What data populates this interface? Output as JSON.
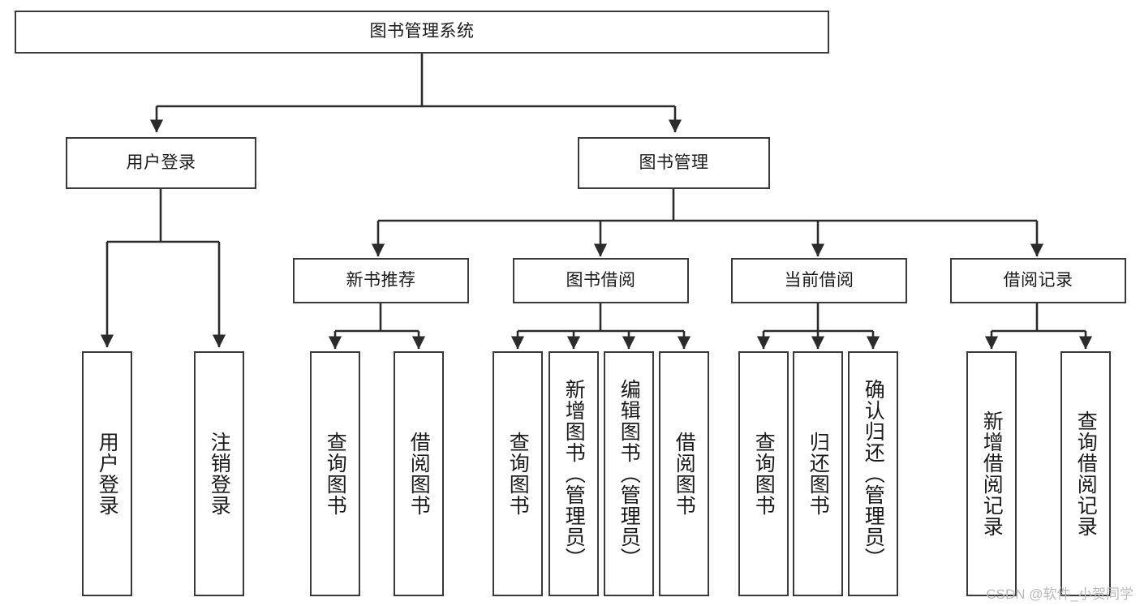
{
  "diagram": {
    "type": "tree",
    "title": "图书管理系统",
    "orientation": "top-down",
    "colors": {
      "box_border": "#3a3a3a",
      "box_fill": "#ffffff",
      "connector": "#2b2b2b",
      "text": "#1a1a1a",
      "watermark": "#b9b9b9"
    },
    "root": {
      "label": "图书管理系统"
    },
    "level2": [
      {
        "id": "user-login",
        "label": "用户登录"
      },
      {
        "id": "book-manage",
        "label": "图书管理"
      }
    ],
    "level3": [
      {
        "id": "new-book-rec",
        "label": "新书推荐",
        "parent": "book-manage"
      },
      {
        "id": "book-borrow",
        "label": "图书借阅",
        "parent": "book-manage"
      },
      {
        "id": "current-borrow",
        "label": "当前借阅",
        "parent": "book-manage"
      },
      {
        "id": "borrow-record",
        "label": "借阅记录",
        "parent": "book-manage"
      }
    ],
    "leaves": [
      {
        "id": "leaf-user-login",
        "label": "用户登录",
        "parent": "user-login"
      },
      {
        "id": "leaf-logout-login",
        "label": "注销登录",
        "parent": "user-login"
      },
      {
        "id": "leaf-query-book-1",
        "label": "查询图书",
        "parent": "new-book-rec"
      },
      {
        "id": "leaf-borrow-book-1",
        "label": "借阅图书",
        "parent": "new-book-rec"
      },
      {
        "id": "leaf-query-book-2",
        "label": "查询图书",
        "parent": "book-borrow"
      },
      {
        "id": "leaf-add-book",
        "label": "新增图书（管理员）",
        "parent": "book-borrow"
      },
      {
        "id": "leaf-edit-book",
        "label": "编辑图书（管理员）",
        "parent": "book-borrow"
      },
      {
        "id": "leaf-borrow-book-2",
        "label": "借阅图书",
        "parent": "book-borrow"
      },
      {
        "id": "leaf-query-book-3",
        "label": "查询图书",
        "parent": "current-borrow"
      },
      {
        "id": "leaf-return-book",
        "label": "归还图书",
        "parent": "current-borrow"
      },
      {
        "id": "leaf-confirm-return",
        "label": "确认归还（管理员）",
        "parent": "current-borrow"
      },
      {
        "id": "leaf-add-record",
        "label": "新增借阅记录",
        "parent": "borrow-record"
      },
      {
        "id": "leaf-query-record",
        "label": "查询借阅记录",
        "parent": "borrow-record"
      }
    ]
  },
  "watermark": {
    "text": "CSDN @软件_小贺同学"
  }
}
